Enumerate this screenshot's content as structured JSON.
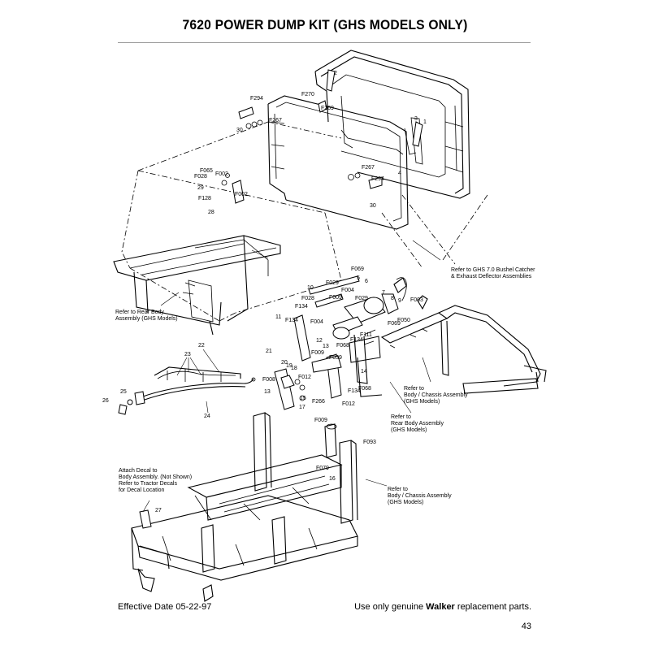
{
  "page": {
    "title": "7620 POWER DUMP KIT (GHS MODELS ONLY)",
    "effective_date": "Effective Date 05-22-97",
    "footer_prefix": "Use only genuine ",
    "footer_brand": "Walker",
    "footer_suffix": " replacement parts.",
    "page_number": "43"
  },
  "callouts": {
    "c_f294a": "F294",
    "c_30a": "30",
    "c_f267a": "F267",
    "c_f270": "F270",
    "c_f269": "F269",
    "c_2": "2",
    "c_1": "1",
    "c_3": "3",
    "c_f267b": "F267",
    "c_f294b": "F294",
    "c_4": "4",
    "c_30b": "30",
    "c_f065": "F065",
    "c_f028a": "F028",
    "c_f002a": "F002",
    "c_29": "29",
    "c_f128": "F128",
    "c_f002b": "F002",
    "c_28": "28",
    "c_f069a": "F069",
    "c_5": "5",
    "c_6": "6",
    "c_10": "10",
    "c_f029a": "F029",
    "c_f004a": "F004",
    "c_f028b": "F028",
    "c_f009a": "F009",
    "c_f029b": "F029",
    "c_7": "7",
    "c_8": "8",
    "c_9": "9",
    "c_f003": "F003",
    "c_f134a": "F134",
    "c_11a": "11",
    "c_f134b": "F134",
    "c_f004b": "F004",
    "c_f050": "F050",
    "c_f069b": "F069",
    "c_f111": "F111",
    "c_f134c": "F134",
    "c_12": "12",
    "c_13a": "13",
    "c_f068a": "F068",
    "c_21": "21",
    "c_f009b": "F009",
    "c_f039": "F039",
    "c_20": "20",
    "c_19": "19",
    "c_18": "18",
    "c_f012a": "F012",
    "c_13b": "13",
    "c_14": "14",
    "c_f134d": "F134",
    "c_f068b": "F068",
    "c_15": "15",
    "c_f266": "F266",
    "c_f012b": "F012",
    "c_17": "17",
    "c_23": "23",
    "c_22": "22",
    "c_f008": "F008",
    "c_25": "25",
    "c_26": "26",
    "c_24": "24",
    "c_f009c": "F009",
    "c_f093": "F093",
    "c_f079": "F079",
    "c_16": "16",
    "c_27": "27"
  },
  "notes": {
    "ghs_catcher": [
      "Refer to GHS 7.0 Bushel Catcher",
      "& Exhaust Deflector Assemblies"
    ],
    "rear_body_left": [
      "Refer to Rear Body",
      "Assembly (GHS Models)"
    ],
    "body_chassis_a": [
      "Refer to",
      "Body / Chassis Assembly",
      "(GHS Models)"
    ],
    "rear_body_b": [
      "Refer to",
      "Rear Body Assembly",
      "(GHS Models)"
    ],
    "body_chassis_b": [
      "Refer to",
      "Body / Chassis Assembly",
      "(GHS Models)"
    ],
    "decal": [
      "Attach Decal to",
      "Body Assembly. (Not Shown)",
      "Refer to Tractor Decals",
      "for Decal Location"
    ]
  }
}
